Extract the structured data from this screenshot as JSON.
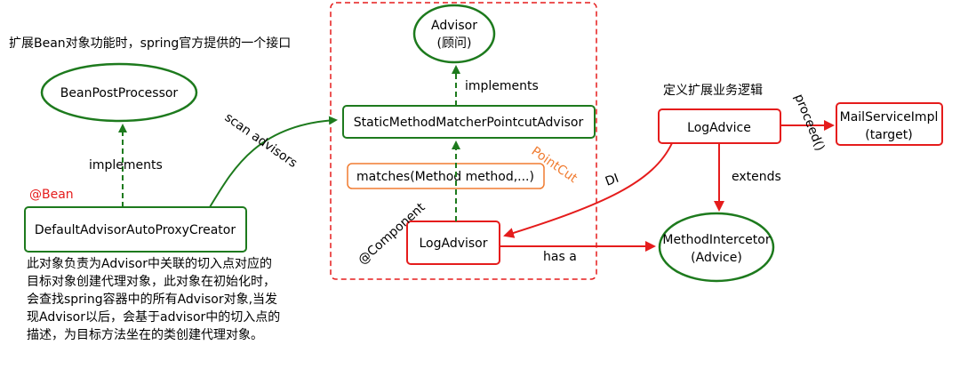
{
  "colors": {
    "green": "#1d7a1d",
    "red": "#e51c1c",
    "orange": "#f07b30",
    "dash_red": "#e51c1c"
  },
  "top_note": "扩展Bean对象功能时，spring官方提供的一个接口",
  "business_note": "定义扩展业务逻辑",
  "nodes": {
    "advisor": {
      "line1": "Advisor",
      "line2": "(顾问)"
    },
    "bean_post_processor": "BeanPostProcessor",
    "static_matcher": "StaticMethodMatcherPointcutAdvisor",
    "matches": "matches(Method method,...)",
    "default_creator": "DefaultAdvisorAutoProxyCreator",
    "log_advisor": "LogAdvisor",
    "log_advice": "LogAdvice",
    "mail_service": {
      "line1": "MailServiceImpl",
      "line2": "(target)"
    },
    "method_interceptor": {
      "line1": "MethodIntercetor",
      "line2": "(Advice)"
    }
  },
  "labels": {
    "implements_left": "implements",
    "implements_top": "implements",
    "bean_annotation": "@Bean",
    "scan_advisors": "scan advisors",
    "pointcut": "PointCut",
    "component": "@Component",
    "di": "DI",
    "has_a": "has a",
    "extends": "extends",
    "proceed": "proceed()"
  },
  "description": [
    "此对象负责为Advisor中关联的切入点对应的",
    "目标对象创建代理对象，此对象在初始化时，",
    "会查找spring容器中的所有Advisor对象,当发",
    "现Advisor以后，会基于advisor中的切入点的",
    "描述，为目标方法坐在的类创建代理对象。"
  ]
}
